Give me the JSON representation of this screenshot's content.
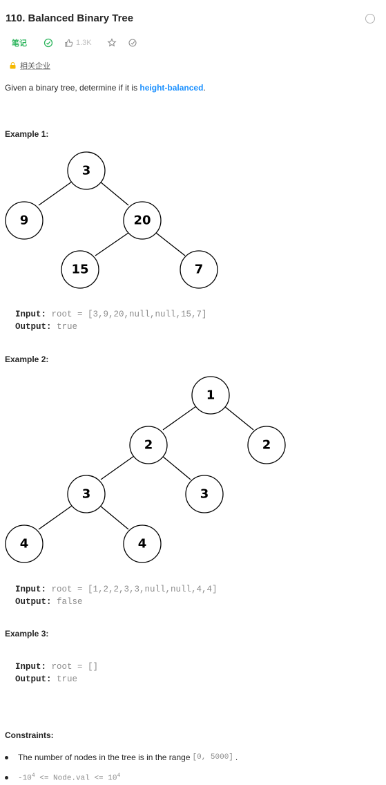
{
  "problem": {
    "title": "110. Balanced Binary Tree",
    "toolbar": {
      "notes_label": "笔记",
      "likes": "1.3K"
    },
    "company_label": "相关企业",
    "description_prefix": "Given a binary tree, determine if it is ",
    "description_highlight": "height-balanced",
    "description_suffix": "."
  },
  "examples": [
    {
      "heading": "Example 1:",
      "input_label": "Input:",
      "input_value": " root = [3,9,20,null,null,15,7]",
      "output_label": "Output:",
      "output_value": " true",
      "tree_labels": [
        "3",
        "9",
        "20",
        "15",
        "7"
      ]
    },
    {
      "heading": "Example 2:",
      "input_label": "Input:",
      "input_value": " root = [1,2,2,3,3,null,null,4,4]",
      "output_label": "Output:",
      "output_value": " false",
      "tree_labels": [
        "1",
        "2",
        "2",
        "3",
        "3",
        "4",
        "4"
      ]
    },
    {
      "heading": "Example 3:",
      "input_label": "Input:",
      "input_value": " root = []",
      "output_label": "Output:",
      "output_value": " true"
    }
  ],
  "constraints": {
    "heading": "Constraints:",
    "c1_text": "The number of nodes in the tree is in the range ",
    "c1_code": "[0, 5000]",
    "c1_suffix": ".",
    "c2_neg": "-10",
    "c2_exp1": "4",
    "c2_mid": " <= Node.val <= 10",
    "c2_exp2": "4"
  },
  "colors": {
    "accent": "#1a90ff",
    "success": "#2db55d",
    "text": "#262626",
    "muted": "#8c8c8c"
  }
}
